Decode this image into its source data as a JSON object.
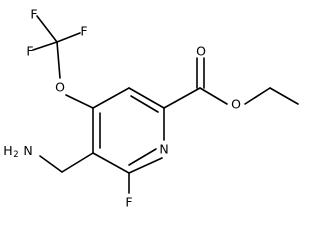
{
  "molecule": {
    "atoms": [
      {
        "id": "F1",
        "label": "F"
      },
      {
        "id": "F2",
        "label": "F"
      },
      {
        "id": "F3",
        "label": "F"
      },
      {
        "id": "O_ether",
        "label": "O"
      },
      {
        "id": "O_carbonyl",
        "label": "O"
      },
      {
        "id": "O_ester",
        "label": "O"
      },
      {
        "id": "N_ring",
        "label": "N"
      },
      {
        "id": "F_ring",
        "label": "F"
      },
      {
        "id": "NH2",
        "label": "H",
        "subscript": "2",
        "suffix": "N"
      }
    ]
  }
}
